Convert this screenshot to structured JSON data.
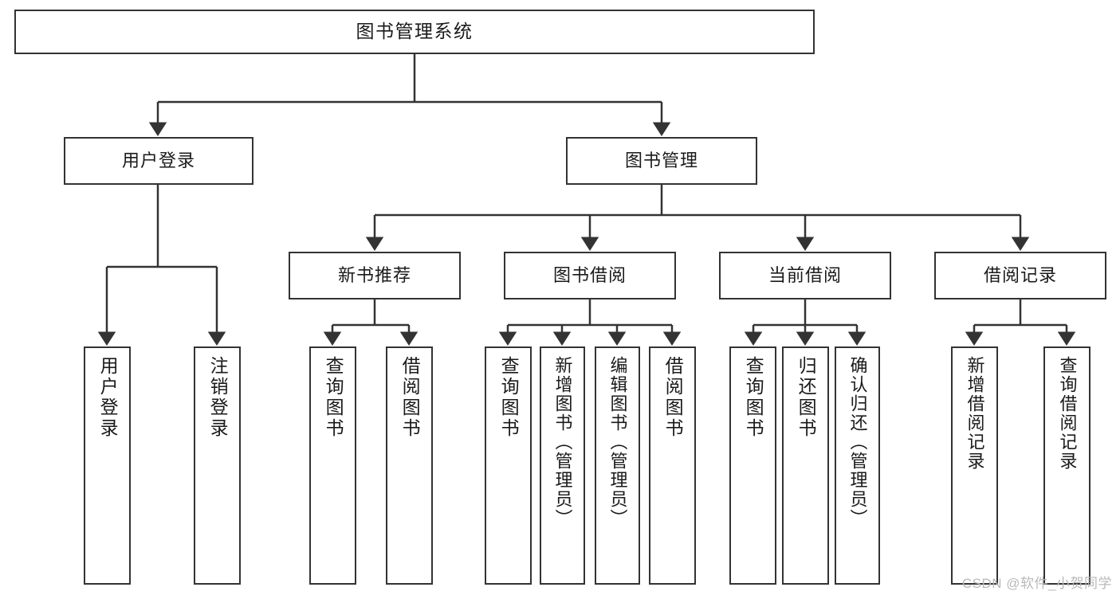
{
  "diagram": {
    "title": "图书管理系统",
    "type": "tree",
    "watermark": "CSDN @软件_小贺同学",
    "colors": {
      "box_border": "#333333",
      "box_fill": "#ffffff",
      "edge": "#333333",
      "text": "#1a1a1a",
      "watermark": "#b9b9b9",
      "background": "#ffffff"
    },
    "nodes": {
      "root": {
        "label": "图书管理系统"
      },
      "level2": [
        {
          "id": "user-login",
          "label": "用户登录"
        },
        {
          "id": "book-manage",
          "label": "图书管理"
        }
      ],
      "level3": [
        {
          "id": "new-book-rec",
          "label": "新书推荐"
        },
        {
          "id": "book-borrow",
          "label": "图书借阅"
        },
        {
          "id": "current-borrow",
          "label": "当前借阅"
        },
        {
          "id": "borrow-record",
          "label": "借阅记录"
        }
      ],
      "leaves": [
        {
          "id": "leaf-user-login",
          "label": "用户登录",
          "parent": "user-login"
        },
        {
          "id": "leaf-logout",
          "label": "注销登录",
          "parent": "user-login"
        },
        {
          "id": "leaf-query-book-1",
          "label": "查询图书",
          "parent": "new-book-rec"
        },
        {
          "id": "leaf-borrow-book-1",
          "label": "借阅图书",
          "parent": "new-book-rec"
        },
        {
          "id": "leaf-query-book-2",
          "label": "查询图书",
          "parent": "book-borrow"
        },
        {
          "id": "leaf-add-book",
          "label": "新增图书（管理员）",
          "parent": "book-borrow"
        },
        {
          "id": "leaf-edit-book",
          "label": "编辑图书（管理员）",
          "parent": "book-borrow"
        },
        {
          "id": "leaf-borrow-book-2",
          "label": "借阅图书",
          "parent": "book-borrow"
        },
        {
          "id": "leaf-query-book-3",
          "label": "查询图书",
          "parent": "current-borrow"
        },
        {
          "id": "leaf-return-book",
          "label": "归还图书",
          "parent": "current-borrow"
        },
        {
          "id": "leaf-confirm-return",
          "label": "确认归还（管理员）",
          "parent": "current-borrow"
        },
        {
          "id": "leaf-add-record",
          "label": "新增借阅记录",
          "parent": "borrow-record"
        },
        {
          "id": "leaf-query-record",
          "label": "查询借阅记录",
          "parent": "borrow-record"
        }
      ]
    }
  }
}
